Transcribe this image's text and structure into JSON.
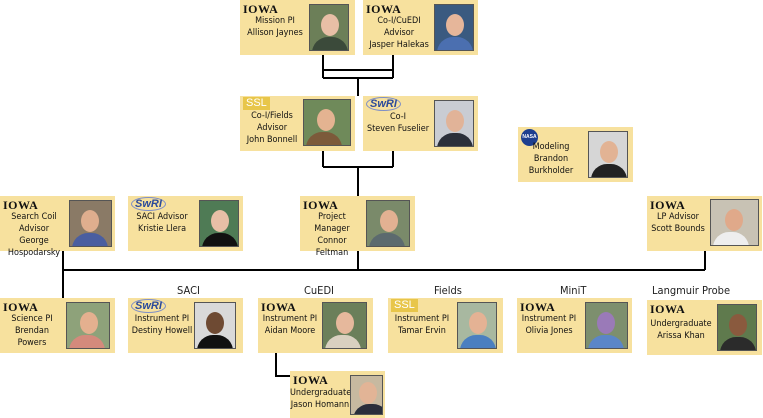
{
  "cards": {
    "allison": {
      "logo": "IOWA",
      "role": "Mission PI",
      "name": "Allison Jaynes",
      "photo": "allison-jaynes-photo"
    },
    "jasper": {
      "logo": "IOWA",
      "role": "Co-I/CuEDI Advisor",
      "name": "Jasper Halekas",
      "photo": "jasper-halekas-photo"
    },
    "john": {
      "logo": "SSL",
      "role": "Co-I/Fields",
      "role2": "Advisor",
      "name": "John Bonnell",
      "photo": "john-bonnell-photo"
    },
    "steven": {
      "logo": "SwRI",
      "role": "Co-I",
      "name": "Steven Fuselier",
      "photo": "steven-fuselier-photo"
    },
    "brandon_b": {
      "logo": "NASA",
      "role": "Modeling",
      "name": "Brandon",
      "name2": "Burkholder",
      "photo": "brandon-burkholder-photo"
    },
    "george": {
      "logo": "IOWA",
      "role": "Search Coil Advisor",
      "name": "George",
      "name2": "Hospodarsky",
      "photo": "george-hospodarsky-photo"
    },
    "kristie": {
      "logo": "SwRI",
      "role": "SACI Advisor",
      "name": "Kristie Llera",
      "photo": "kristie-llera-photo"
    },
    "connor": {
      "logo": "IOWA",
      "role": "Project Manager",
      "name": "Connor Feltman",
      "photo": "connor-feltman-photo"
    },
    "scott": {
      "logo": "IOWA",
      "role": "LP Advisor",
      "name": "Scott Bounds",
      "photo": "scott-bounds-photo"
    },
    "brendan": {
      "logo": "IOWA",
      "role": "Science PI",
      "name": "Brendan Powers",
      "photo": "brendan-powers-photo"
    },
    "destiny": {
      "logo": "SwRI",
      "role": "Instrument PI",
      "name": "Destiny Howell",
      "photo": "destiny-howell-photo"
    },
    "aidan": {
      "logo": "IOWA",
      "role": "Instrument PI",
      "name": "Aidan Moore",
      "photo": "aidan-moore-photo"
    },
    "tamar": {
      "logo": "SSL",
      "role": "Instrument PI",
      "name": "Tamar Ervin",
      "photo": "tamar-ervin-photo"
    },
    "olivia": {
      "logo": "IOWA",
      "role": "Instrument PI",
      "name": "Olivia Jones",
      "photo": "olivia-jones-photo"
    },
    "arissa": {
      "logo": "IOWA",
      "role": "Undergraduate",
      "name": "Arissa Khan",
      "photo": "arissa-khan-photo"
    },
    "jason": {
      "logo": "IOWA",
      "role": "Undergraduate",
      "name": "Jason Homann",
      "photo": "jason-homann-photo"
    }
  },
  "instrument_labels": {
    "saci": "SACI",
    "cuedi": "CuEDI",
    "fields": "Fields",
    "minit": "MiniT",
    "langmuir": "Langmuir Probe"
  },
  "colors": {
    "card": "#f7e19e",
    "line": "#000000",
    "swri": "#2b4a9b",
    "ssl": "#e8c64a",
    "nasa": "#1d3f8f"
  }
}
